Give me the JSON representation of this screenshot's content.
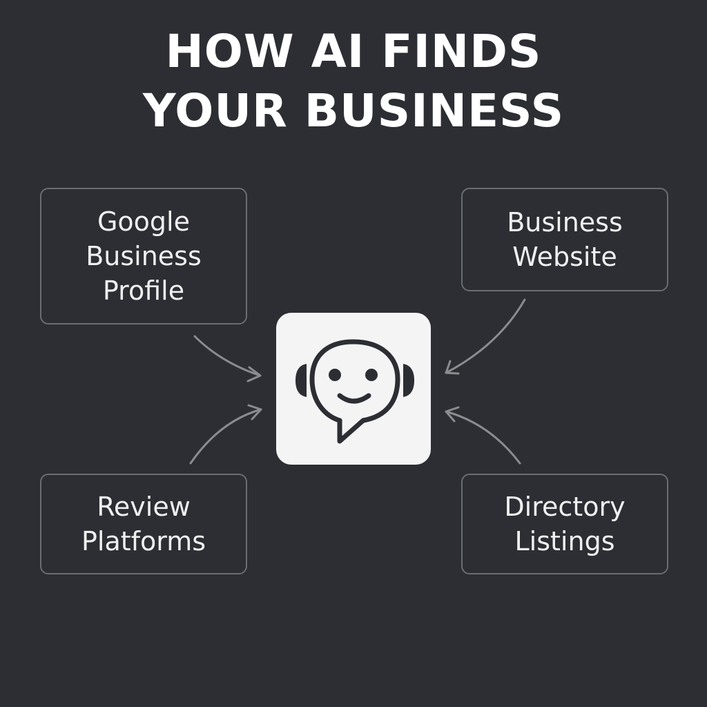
{
  "title": {
    "line1": "HOW AI FINDS",
    "line2": "YOUR BUSINESS"
  },
  "sources": {
    "google_business_profile": [
      "Google",
      "Business",
      "Profile"
    ],
    "business_website": [
      "Business",
      "Website"
    ],
    "review_platforms": [
      "Review",
      "Platforms"
    ],
    "directory_listings": [
      "Directory",
      "Listings"
    ]
  },
  "center": {
    "icon": "chatbot-headset-icon"
  },
  "colors": {
    "background": "#2c2e33",
    "box_border": "#6a6d73",
    "arrow": "#8a8c90",
    "tile": "#f4f4f4",
    "icon_stroke": "#2c2e33",
    "text": "#f2f2f2"
  }
}
